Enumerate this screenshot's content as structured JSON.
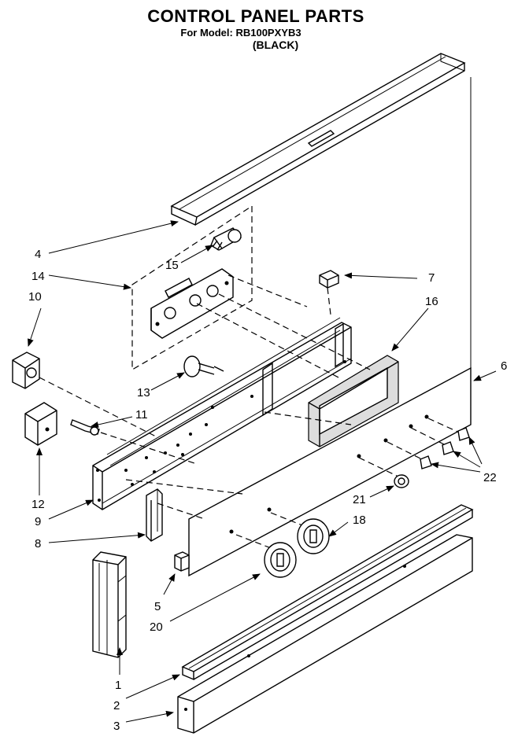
{
  "header": {
    "title": "CONTROL PANEL PARTS",
    "model": "For Model: RB100PXYB3",
    "color": "(BLACK)"
  },
  "callouts": [
    "1",
    "2",
    "3",
    "4",
    "5",
    "6",
    "7",
    "8",
    "9",
    "10",
    "11",
    "12",
    "13",
    "14",
    "15",
    "16",
    "18",
    "20",
    "21",
    "22"
  ]
}
